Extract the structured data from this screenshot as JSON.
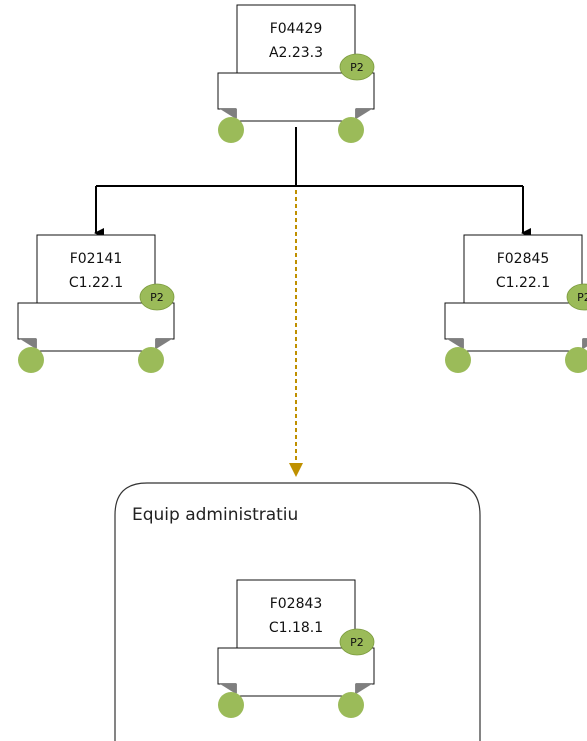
{
  "colors": {
    "line": "#000000",
    "dashed_link": "#bf9000",
    "badge": "#9bbb59",
    "badge_border": "#7a9a3c",
    "box_fill": "#ffffff",
    "box_border": "#111111",
    "fold_shadow": "#7f7f7f"
  },
  "root": {
    "code": "F04429",
    "role": "A2.23.3",
    "badge": "P2"
  },
  "children": [
    {
      "code": "F02141",
      "role": "C1.22.1",
      "badge": "P2"
    },
    {
      "code": "F02845",
      "role": "C1.22.1",
      "badge": "P2"
    }
  ],
  "group": {
    "title": "Equip administratiu",
    "member": {
      "code": "F02843",
      "role": "C1.18.1",
      "badge": "P2"
    }
  }
}
